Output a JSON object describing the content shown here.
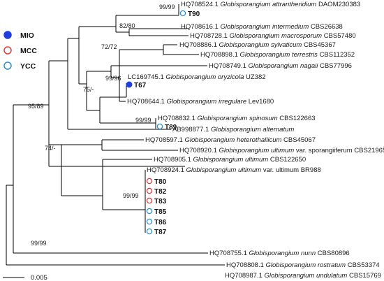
{
  "legend": [
    {
      "label": "MIO",
      "kind": "filled",
      "color": "#1f3fe0"
    },
    {
      "label": "MCC",
      "kind": "ring",
      "color": "#e03a3a"
    },
    {
      "label": "YCC",
      "kind": "ring",
      "color": "#2b8fd6"
    }
  ],
  "scale_bar": {
    "label": "0.005"
  },
  "supports": [
    "99/99",
    "82/80",
    "72/72",
    "99/96",
    "75/-",
    "99/99",
    "95/89",
    "74/-",
    "99/99",
    "99/99"
  ],
  "taxa": [
    {
      "acc": "HQ708524.1",
      "sp": "Globisporangium attrantheridium",
      "str": "DAOM230383"
    },
    {
      "acc": "HQ708616.1",
      "sp": "Globisporangium intermedium",
      "str": "CBS26638"
    },
    {
      "acc": "HQ708728.1",
      "sp": "Globisporangium macrosporum",
      "str": "CBS57480"
    },
    {
      "acc": "HQ708886.1",
      "sp": "Globisporangium sylvaticum",
      "str": "CBS45367"
    },
    {
      "acc": "HQ708898.1",
      "sp": "Globisporangium terrestris",
      "str": "CBS112352"
    },
    {
      "acc": "HQ708749.1",
      "sp": "Globisporangium nagaii",
      "str": "CBS77996"
    },
    {
      "acc": "LC169745.1",
      "sp": "Globisporangium oryzicola",
      "str": "UZ382"
    },
    {
      "acc": "HQ708832.1",
      "sp": "Globisporangium spinosum",
      "str": "CBS122663"
    },
    {
      "acc": "AB998877.1",
      "sp": "Globisporangium alternatum",
      "str": ""
    },
    {
      "acc": "HQ708644.1",
      "sp": "Globisporangium irregulare",
      "str": "Lev1680"
    },
    {
      "acc": "HQ708597.1",
      "sp": "Globisporangium heterothallicum",
      "str": "CBS45067"
    },
    {
      "acc": "HQ708920.1",
      "sp": "Globisporangium ultimum",
      "str": "var. sporangiiferum CBS21965"
    },
    {
      "acc": "HQ708905.1",
      "sp": "Globisporangium ultimum",
      "str": "CBS122650"
    },
    {
      "acc": "HQ708924.1",
      "sp": "Globisporangium ultimum",
      "str": "var. ultimum BR988"
    },
    {
      "acc": "HQ708755.1",
      "sp": "Globisporangium nunn",
      "str": "CBS80896"
    },
    {
      "acc": "HQ708808.1",
      "sp": "Globisporangium rostratum",
      "str": "CBS53374"
    },
    {
      "acc": "HQ708987.1",
      "sp": "Globisporangium undulatum",
      "str": "CBS15769"
    }
  ],
  "isolates": [
    {
      "name": "T90",
      "group": "YCC"
    },
    {
      "name": "T67",
      "group": "MIO"
    },
    {
      "name": "T89",
      "group": "YCC"
    },
    {
      "name": "T80",
      "group": "MCC"
    },
    {
      "name": "T82",
      "group": "MCC"
    },
    {
      "name": "T83",
      "group": "MCC"
    },
    {
      "name": "T85",
      "group": "YCC"
    },
    {
      "name": "T86",
      "group": "YCC"
    },
    {
      "name": "T87",
      "group": "YCC"
    }
  ]
}
